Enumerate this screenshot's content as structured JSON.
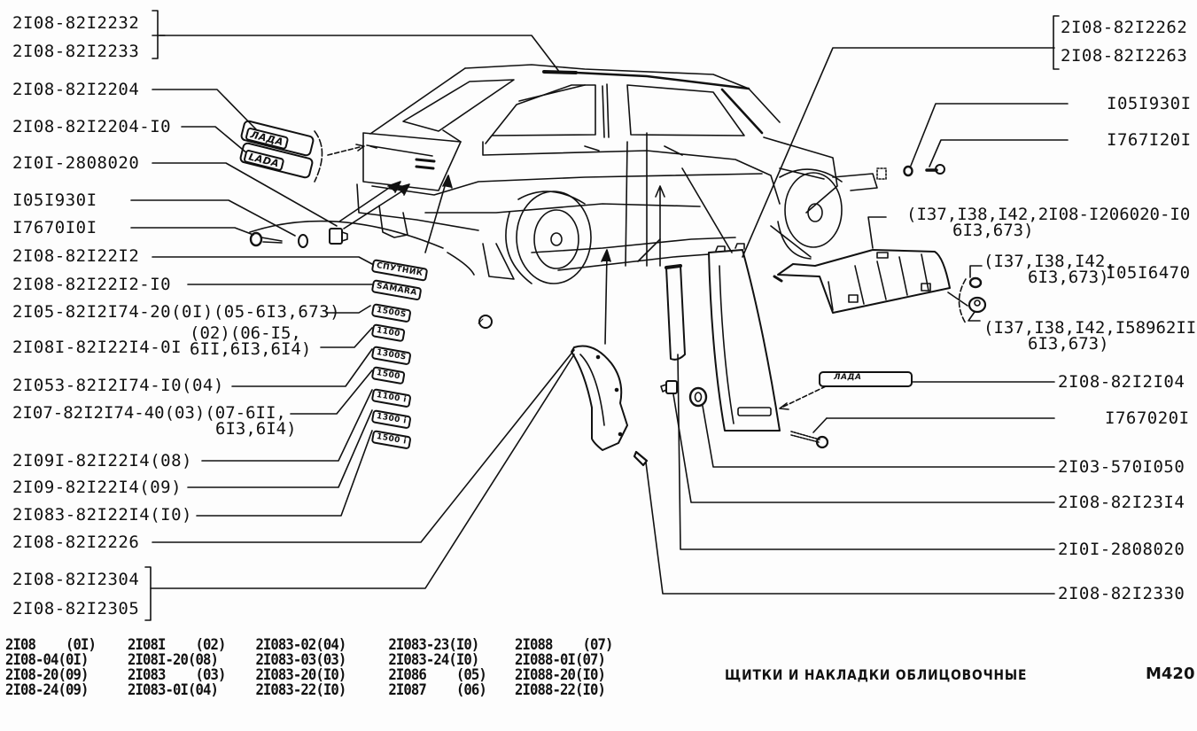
{
  "left_labels": {
    "molding_roof_pair": [
      "2I08-82I2232",
      "2I08-82I2233"
    ],
    "emblem_lada": "2I08-82I2204",
    "emblem_lada_alt": "2I08-82I2204-I0",
    "clip_left": "2I0I-2808020",
    "washer_left": "I05I930I",
    "screw_left": "I7670I0I",
    "badge_sputnik": "2I08-82I22I2",
    "badge_samara": "2I08-82I22I2-I0",
    "badge_2105": "2I05-82I2I74-20(0I)(05-6I3,673)",
    "badge_21081_main": "2I08I-82I22I4-0I",
    "badge_21081_sup_top": "(02)(06-I5,",
    "badge_21081_sup_bottom": "6II,6I3,6I4)",
    "badge_21053": "2I053-82I2I74-I0(04)",
    "badge_2107_top": "2I07-82I2I74-40(03)(07-6II,",
    "badge_2107_bottom": "6I3,6I4)",
    "badge_21091": "2I09I-82I22I4(08)",
    "badge_2109": "2I09-82I22I4(09)",
    "badge_21083": "2I083-82I22I4(I0)",
    "wheel_arch_trim": "2I08-82I2226",
    "arch_pair": [
      "2I08-82I2304",
      "2I08-82I2305"
    ]
  },
  "right_labels": {
    "molding_door_pair": [
      "2I08-82I2262",
      "2I08-82I2263"
    ],
    "washer_right": "I05I930I",
    "screw_right_top": "I767I20I",
    "shield_top": "(I37,I38,I42,2I08-I206020-I0",
    "shield_bottom": "6I3,673)",
    "nut1_top": "(I37,I38,I42,",
    "nut1_bottom": "6I3,673)",
    "nut1_code": "I05I6470",
    "nut2_top": "(I37,I38,I42,I58962II",
    "nut2_bottom": "6I3,673)",
    "emblem_pillar": "2I08-82I2I04",
    "screw_pillar": "I767020I",
    "grommet": "2I03-570I050",
    "clip_pillar": "2I08-82I23I4",
    "clip_right": "2I0I-2808020",
    "stud": "2I08-82I2330"
  },
  "badges": {
    "sputnik": "СПУТНИК",
    "samara": "SAMARA",
    "b1500s": "1500S",
    "b1100": "1100",
    "b1300s": "1300S",
    "b1500": "1500",
    "b1100i": "1100 i",
    "b1300i": "1300 i",
    "b1500i": "1500 i",
    "lada": "ЛАДА",
    "lada_pillar": "ЛАДА",
    "lada_small": "LADA"
  },
  "legend": [
    [
      "2I08    (0I)",
      "2I08-04(0I)",
      "2I08-20(09)",
      "2I08-24(09)"
    ],
    [
      "2I08I    (02)",
      "2I08I-20(08)",
      "2I083    (03)",
      "2I083-0I(04)"
    ],
    [
      "2I083-02(04)",
      "2I083-03(03)",
      "2I083-20(I0)",
      "2I083-22(I0)"
    ],
    [
      "2I083-23(I0)",
      "2I083-24(I0)",
      "2I086    (05)",
      "2I087    (06)"
    ],
    [
      "2I088    (07)",
      "2I088-0I(07)",
      "2I088-20(I0)",
      "2I088-22(I0)"
    ]
  ],
  "footer": {
    "title": "ЩИТКИ И НАКЛАДКИ ОБЛИЦОВОЧНЫЕ",
    "code": "М420"
  },
  "colors": {
    "ink": "#111111",
    "paper": "#fdfdfd"
  }
}
